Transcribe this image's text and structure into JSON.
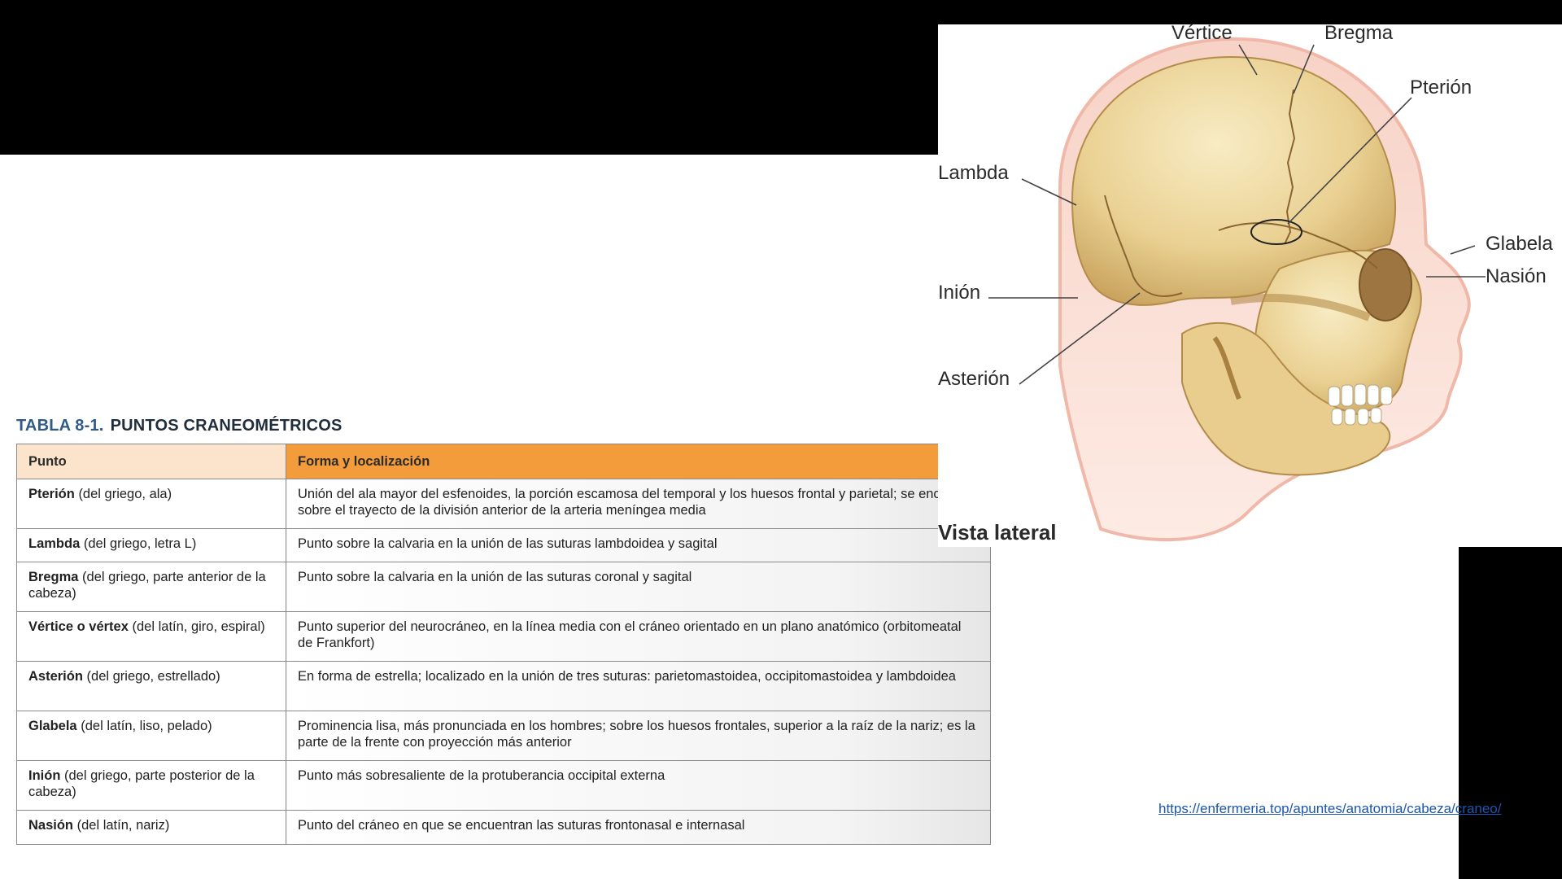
{
  "table": {
    "number": "TABLA 8-1.",
    "title": "PUNTOS CRANEOMÉTRICOS",
    "headers": [
      "Punto",
      "Forma y localización"
    ],
    "rows": [
      {
        "name": "Pterión",
        "origin": "(del griego, ala)",
        "desc": "Unión del ala mayor del esfenoides, la porción escamosa del temporal y los huesos frontal y parietal; se encuentra sobre el trayecto de la división anterior de la arteria meníngea media"
      },
      {
        "name": "Lambda",
        "origin": "(del griego, letra L)",
        "desc": "Punto sobre la calvaria en la unión de las suturas lambdoidea y sagital"
      },
      {
        "name": "Bregma",
        "origin": "(del griego, parte anterior de la cabeza)",
        "desc": "Punto sobre la calvaria en la unión de las suturas coronal y sagital"
      },
      {
        "name": "Vértice o vértex",
        "origin": "(del latín, giro, espiral)",
        "desc": "Punto superior del neurocráneo, en la línea media con el cráneo orientado en un plano anatómico (orbitomeatal de Frankfort)"
      },
      {
        "name": "Asterión",
        "origin": "(del griego, estrellado)",
        "desc": "En forma de estrella; localizado en la unión de tres suturas: parietomastoidea, occipitomastoidea y lambdoidea"
      },
      {
        "name": "Glabela",
        "origin": "(del latín, liso, pelado)",
        "desc": "Prominencia lisa, más pronunciada en los hombres; sobre los huesos frontales, superior a la raíz de la nariz; es la parte de la frente con proyección más anterior"
      },
      {
        "name": "Inión",
        "origin": "(del griego, parte posterior de la cabeza)",
        "desc": "Punto más sobresaliente de la protuberancia occipital externa"
      },
      {
        "name": "Nasión",
        "origin": "(del latín, nariz)",
        "desc": "Punto del cráneo en que se encuentran las suturas frontonasal e internasal"
      }
    ]
  },
  "figure": {
    "caption": "Vista lateral",
    "labels": {
      "vertice": "Vértice",
      "bregma": "Bregma",
      "pterion": "Pterión",
      "lambda": "Lambda",
      "glabela": "Glabela",
      "nasion": "Nasión",
      "inion": "Inión",
      "asterion": "Asterión"
    }
  },
  "source_link": "https://enfermeria.top/apuntes/anatomia/cabeza/craneo/",
  "colors": {
    "header_left": "#fbe3cc",
    "header_right": "#f39c3c",
    "title_number": "#2f5a8a",
    "link": "#1a56b0"
  }
}
